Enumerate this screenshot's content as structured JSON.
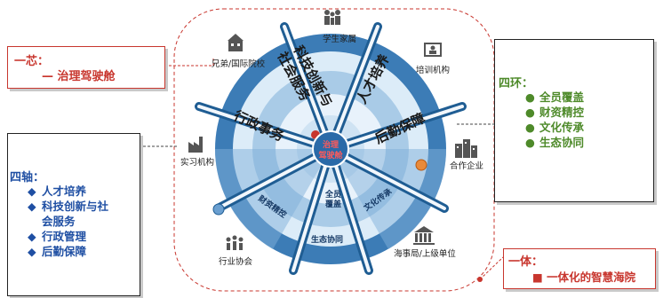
{
  "core_box": {
    "title": "一芯：",
    "item_prefix": "—",
    "item": "治理驾驶舱"
  },
  "axes_box": {
    "title": "四轴：",
    "bullet": "◆",
    "items": [
      "人才培养",
      "科技创新与社",
      "会服务",
      "行政管理",
      "后勤保障"
    ]
  },
  "rings_box": {
    "title": "四环：",
    "bullet": "●",
    "items": [
      "全员覆盖",
      "财资精控",
      "文化传承",
      "生态协同"
    ]
  },
  "unity_box": {
    "title": "一体：",
    "bullet": "■",
    "item": "一体化的智慧海院"
  },
  "wheel": {
    "center_label_1": "治理",
    "center_label_2": "驾驶舱",
    "axis_labels": [
      "科技创新与",
      "社会服务",
      "人才培养",
      "行政事务",
      "后勤保障"
    ],
    "ring_labels": [
      "全员",
      "覆盖",
      "财资精控",
      "文化传承",
      "生态协同"
    ]
  },
  "nodes": [
    {
      "label": "学生家属",
      "icon": "people-icon"
    },
    {
      "label": "兄弟/国际院校",
      "icon": "school-icon"
    },
    {
      "label": "培训机构",
      "icon": "training-icon"
    },
    {
      "label": "实习机构",
      "icon": "factory-icon"
    },
    {
      "label": "合作企业",
      "icon": "building-icon"
    },
    {
      "label": "行业协会",
      "icon": "association-icon"
    },
    {
      "label": "海事局/上级单位",
      "icon": "government-icon"
    }
  ],
  "colors": {
    "red": "#c8362e",
    "blue": "#1f4fa3",
    "green": "#4e8a2a",
    "ring_dark": "#3c7cb6",
    "ring_light": "#cfe3f3",
    "spoke": "#1f5d93"
  }
}
